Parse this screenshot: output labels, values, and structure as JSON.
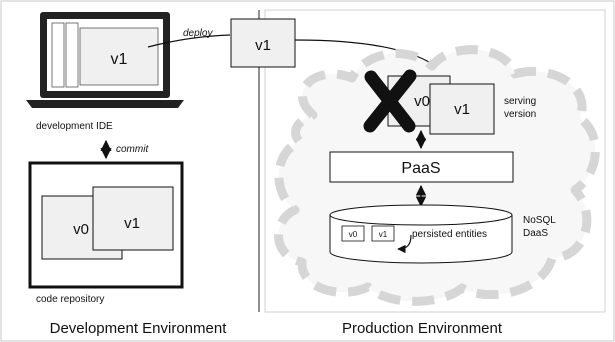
{
  "dev": {
    "ide_version": "v1",
    "ide_label": "development IDE",
    "commit_label": "commit",
    "repo_v0": "v0",
    "repo_v1": "v1",
    "repo_label": "code repository",
    "environment_label": "Development Environment"
  },
  "deploy": {
    "label": "deploy",
    "artifact": "v1"
  },
  "prod": {
    "old_version": "v0",
    "new_version": "v1",
    "serving_label_line1": "serving",
    "serving_label_line2": "version",
    "paas_label": "PaaS",
    "db_v0": "v0",
    "db_v1": "v1",
    "db_entities_label": "persisted entities",
    "nosql_line1": "NoSQL",
    "nosql_line2": "DaaS",
    "environment_label": "Production Environment"
  },
  "colors": {
    "box_fill": "#f0f0f0",
    "stroke": "#111111",
    "cloud_fill": "#f7f7f7",
    "cloud_dash": "#d6d6d6",
    "panel_border": "#c8c8c8"
  }
}
